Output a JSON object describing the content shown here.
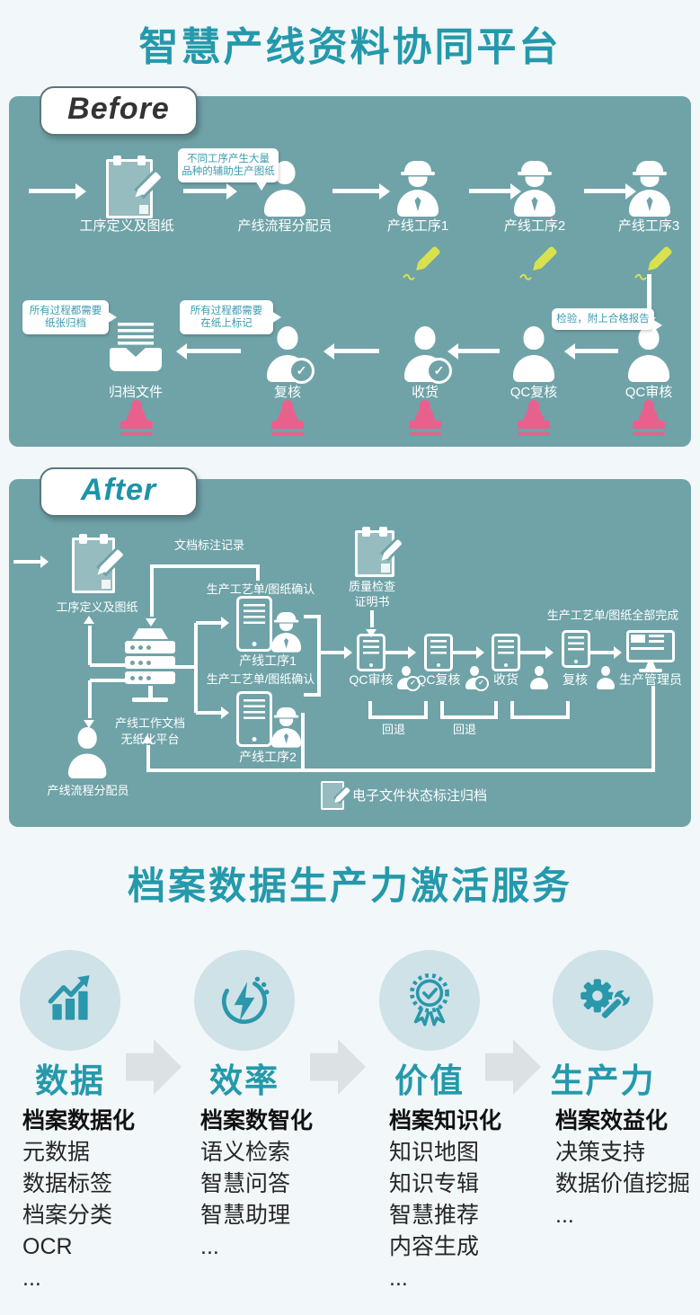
{
  "colors": {
    "accent_teal": "#2499ab",
    "panel_teal": "#6fa3a8",
    "stamp_pink": "#e8618c",
    "marker_yellow": "#d9e24e",
    "bubble_text": "#3b9cb0",
    "circle_bg": "#cee2e8",
    "icon_teal": "#2a97aa",
    "arrow_gray": "#dce1e4",
    "page_bg": "#f2f7f9"
  },
  "header": {
    "title": "智慧产线资料协同平台"
  },
  "before": {
    "label": "Before",
    "bubble_variety": [
      "不同工序产生大量",
      "品种的辅助生产图纸"
    ],
    "bubble_archive": [
      "所有过程都需要",
      "纸张归档"
    ],
    "bubble_mark": [
      "所有过程都需要",
      "在纸上标记"
    ],
    "bubble_inspect": "检验，附上合格报告",
    "nodes": {
      "doc": "工序定义及图纸",
      "dispatcher": "产线流程分配员",
      "line1": "产线工序1",
      "line2": "产线工序2",
      "line3": "产线工序3",
      "archive": "归档文件",
      "recheck": "复核",
      "receive": "收货",
      "qc_recheck": "QC复核",
      "qc_review": "QC审核"
    }
  },
  "after": {
    "label": "After",
    "nodes": {
      "doc": "工序定义及图纸",
      "annotation": "文档标注记录",
      "confirm_top": "生产工艺单/图纸确认",
      "confirm_mid": "生产工艺单/图纸确认",
      "line1": "产线工序1",
      "line2": "产线工序2",
      "platform": [
        "产线工作文档",
        "无纸化平台"
      ],
      "dispatcher": "产线流程分配员",
      "cert": [
        "质量检查",
        "证明书"
      ],
      "qc_review": "QC审核",
      "qc_recheck": "QC复核",
      "receive": "收货",
      "recheck": "复核",
      "manager": "生产管理员",
      "all_done": "生产工艺单/图纸全部完成",
      "rollback1": "回退",
      "rollback2": "回退",
      "archive_note": "电子文件状态标注归档"
    }
  },
  "services": {
    "title": "档案数据生产力激活服务",
    "columns": [
      {
        "name": "数据",
        "header": "档案数据化",
        "items": [
          "元数据",
          "数据标签",
          "档案分类",
          "OCR",
          "..."
        ]
      },
      {
        "name": "效率",
        "header": "档案数智化",
        "items": [
          "语义检索",
          "智慧问答",
          "智慧助理",
          "..."
        ]
      },
      {
        "name": "价值",
        "header": "档案知识化",
        "items": [
          "知识地图",
          "知识专辑",
          "智慧推荐",
          "内容生成",
          "..."
        ]
      },
      {
        "name": "生产力",
        "header": "档案效益化",
        "items": [
          "决策支持",
          "数据价值挖掘",
          "..."
        ]
      }
    ]
  }
}
